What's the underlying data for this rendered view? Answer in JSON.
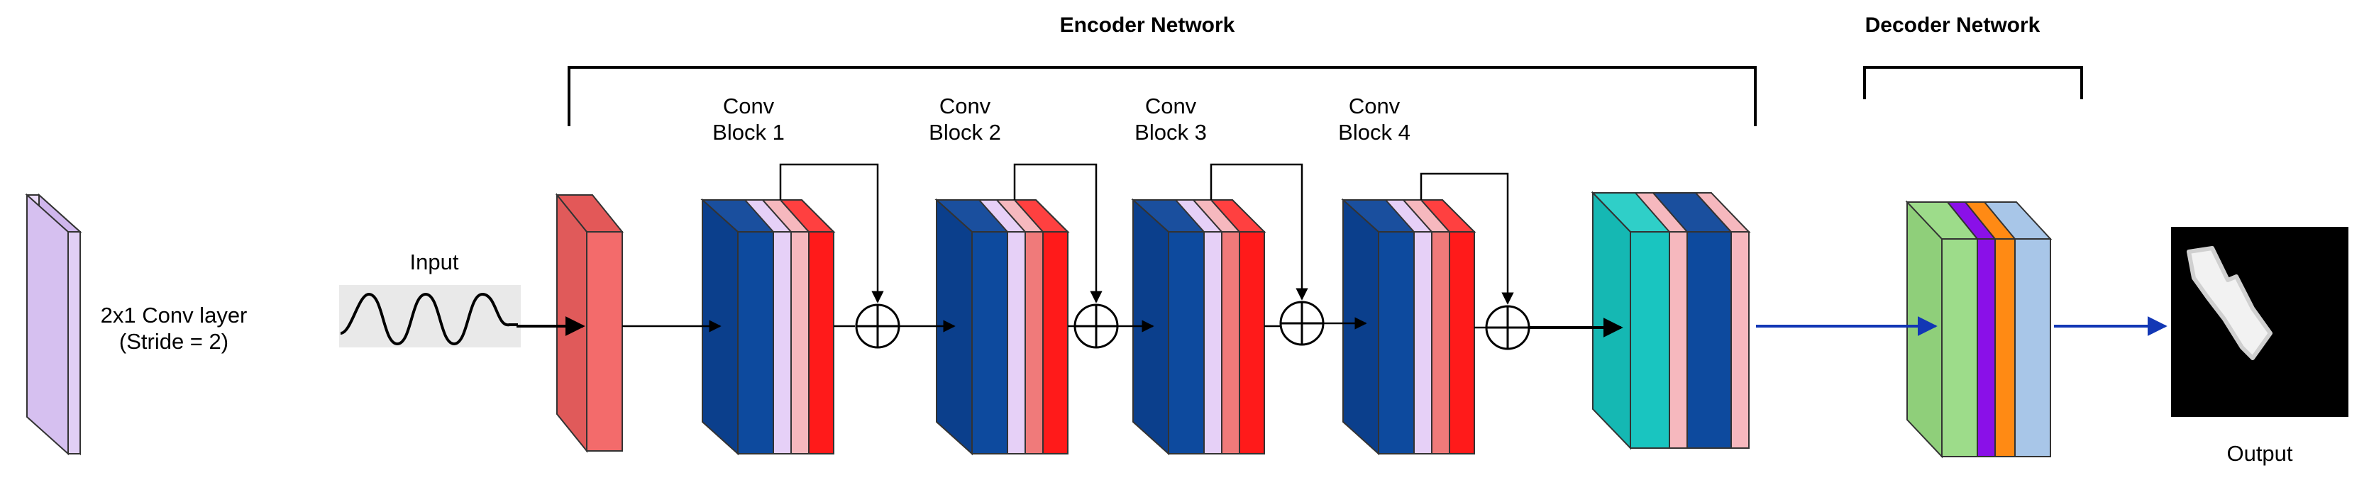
{
  "titles": {
    "encoder": "Encoder Network",
    "decoder": "Decoder Network"
  },
  "labels": {
    "conv_layer_line1": "2x1 Conv layer",
    "conv_layer_line2": "(Stride = 2)",
    "input": "Input",
    "output": "Output",
    "block1_line1": "Conv",
    "block1_line2": "Block 1",
    "block2_line1": "Conv",
    "block2_line2": "Block 2",
    "block3_line1": "Conv",
    "block3_line2": "Block 3",
    "block4_line1": "Conv",
    "block4_line2": "Block 4"
  },
  "colors": {
    "conv_layer": "#e1cff5",
    "first_layer": "#f36b6b",
    "dark_blue": "#0b3f8c",
    "lavender": "#e6d0f7",
    "pink": "#f6b8be",
    "coral": "#f07a7a",
    "red": "#ff1a1a",
    "teal": "#19c5c0",
    "green": "#9ddc8a",
    "purple": "#8a10e8",
    "orange": "#ff8a14",
    "light_blue": "#a8c6e8",
    "arrow_blue": "#1237b5"
  }
}
